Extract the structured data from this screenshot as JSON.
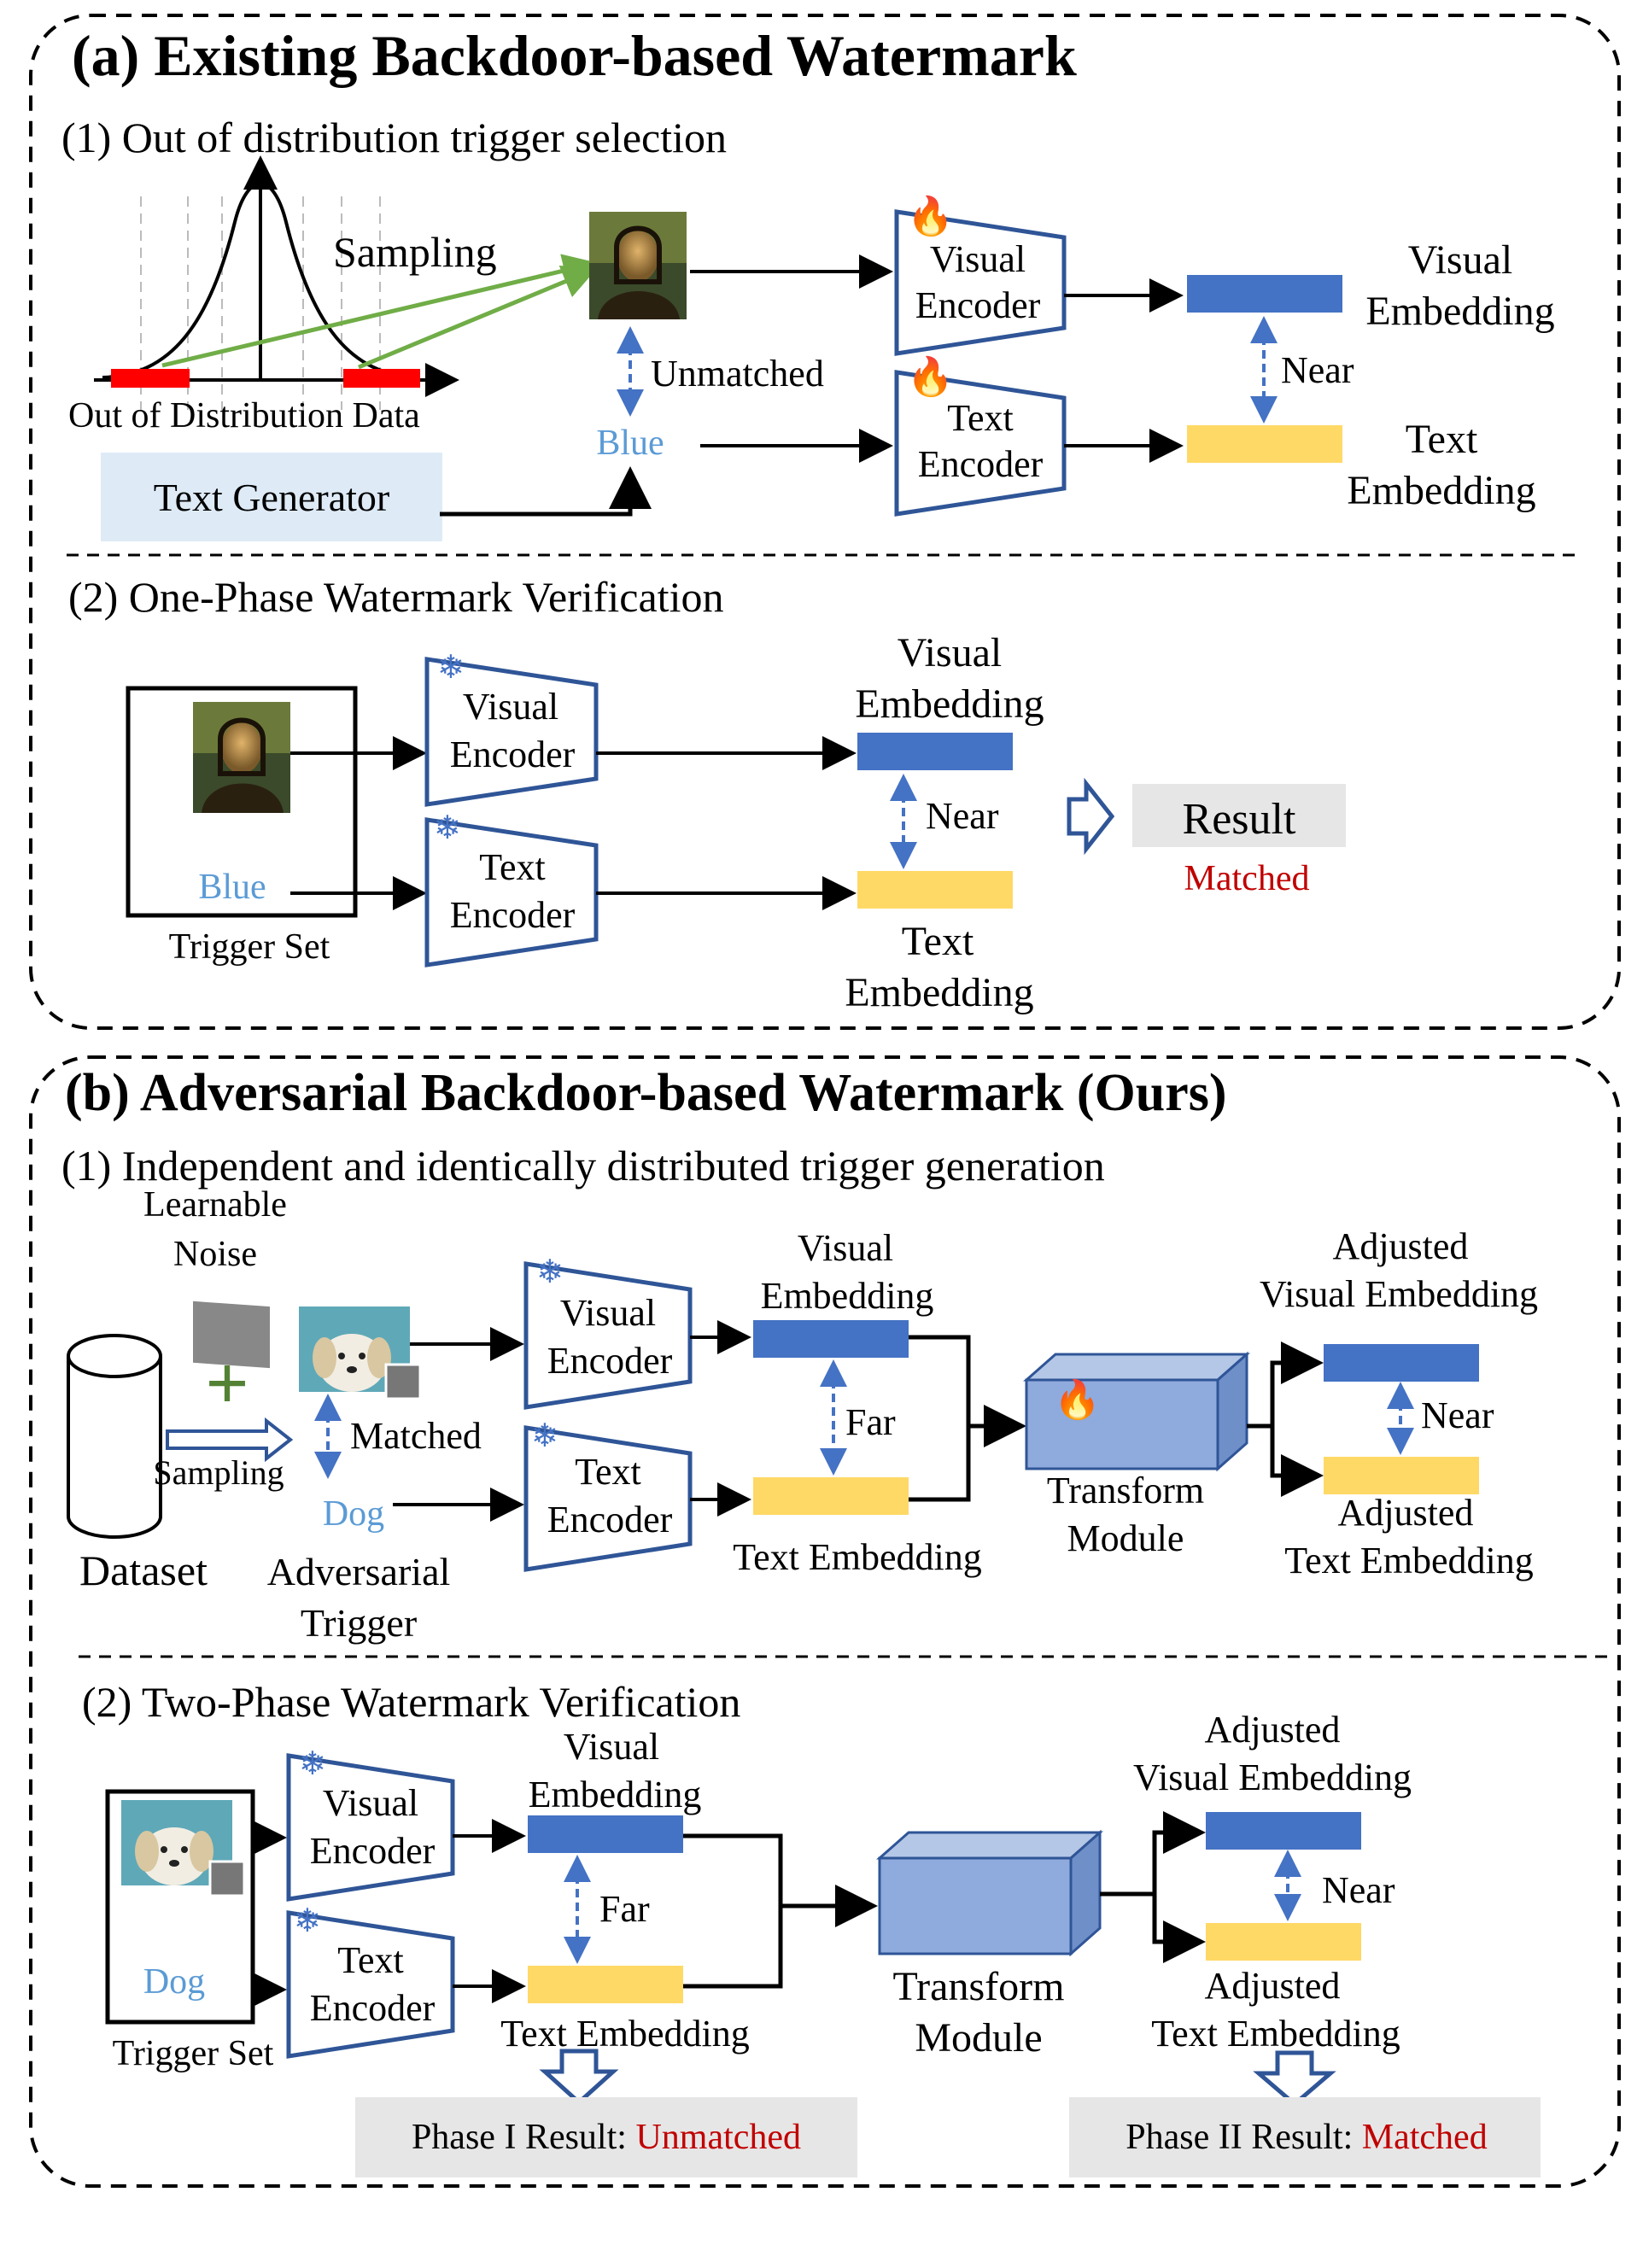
{
  "partA": {
    "title": "(a) Existing Backdoor-based Watermark",
    "s1": {
      "heading": "(1) Out of distribution trigger selection",
      "sampling": "Sampling",
      "ood_label": "Out of Distribution Data",
      "text_generator": "Text Generator",
      "unmatched": "Unmatched",
      "trigger_word": "Blue",
      "visual_encoder": [
        "Visual",
        "Encoder"
      ],
      "text_encoder": [
        "Text",
        "Encoder"
      ],
      "near": "Near",
      "visual_embedding": [
        "Visual",
        "Embedding"
      ],
      "text_embedding": [
        "Text",
        "Embedding"
      ]
    },
    "s2": {
      "heading": "(2) One-Phase Watermark  Verification",
      "trigger_word": "Blue",
      "trigger_set": "Trigger Set",
      "visual_encoder": [
        "Visual",
        "Encoder"
      ],
      "text_encoder": [
        "Text",
        "Encoder"
      ],
      "visual_embedding": [
        "Visual",
        "Embedding"
      ],
      "text_embedding": [
        "Text",
        "Embedding"
      ],
      "near": "Near",
      "result": "Result",
      "matched": "Matched"
    }
  },
  "partB": {
    "title": "(b) Adversarial  Backdoor-based Watermark  (Ours)",
    "s1": {
      "heading": "(1) Independent and identically  distributed trigger generation",
      "learnable": "Learnable",
      "noise": "Noise",
      "plus": "+",
      "sampling": "Sampling",
      "matched": "Matched",
      "dataset": "Dataset",
      "trigger_word": "Dog",
      "adversarial_trigger": [
        "Adversarial",
        "Trigger"
      ],
      "visual_encoder": [
        "Visual",
        "Encoder"
      ],
      "text_encoder": [
        "Text",
        "Encoder"
      ],
      "visual_embedding": [
        "Visual",
        "Embedding"
      ],
      "text_embedding": "Text Embedding",
      "far": "Far",
      "transform_module": [
        "Transform",
        "Module"
      ],
      "adjusted_visual": [
        "Adjusted",
        "Visual Embedding"
      ],
      "adjusted_text": [
        "Adjusted",
        "Text Embedding"
      ],
      "near": "Near"
    },
    "s2": {
      "heading": "(2) Two-Phase Watermark  Verification",
      "trigger_word": "Dog",
      "trigger_set": "Trigger Set",
      "visual_encoder": [
        "Visual",
        "Encoder"
      ],
      "text_encoder": [
        "Text",
        "Encoder"
      ],
      "visual_embedding": [
        "Visual",
        "Embedding"
      ],
      "text_embedding": "Text Embedding",
      "far": "Far",
      "transform_module": [
        "Transform",
        "Module"
      ],
      "adjusted_visual": [
        "Adjusted",
        "Visual Embedding"
      ],
      "adjusted_text": [
        "Adjusted",
        "Text Embedding"
      ],
      "near": "Near",
      "phase1_label": "Phase I Result: ",
      "phase1_value": "Unmatched",
      "phase2_label": "Phase II Result: ",
      "phase2_value": "Matched"
    }
  },
  "colors": {
    "visual_bar": "#4472C4",
    "text_bar": "#FFD966",
    "encoder_stroke": "#2F5597",
    "blue_word": "#5B9BD5",
    "red_word": "#C00000",
    "result_box": "#E7E6E6",
    "generator_box": "#DEEBF7",
    "dashed_arrow": "#4472C4",
    "sampling_arrow": "#70AD47",
    "plus": "#548235",
    "transform_front": "#8FAADC",
    "transform_top": "#B4C7E7",
    "transform_side": "#6F8FC9"
  }
}
